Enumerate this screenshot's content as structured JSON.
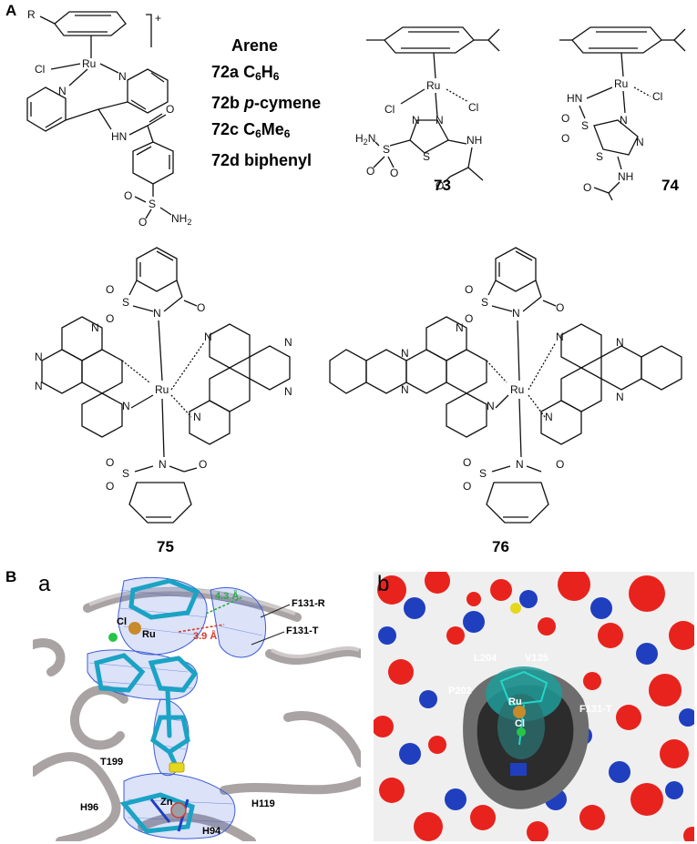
{
  "panel_a": {
    "letter": "A",
    "arene_list": {
      "heading": "Arene",
      "items": [
        {
          "id": "72a",
          "pre": "",
          "main": "C",
          "sub1": "6",
          "mid": "H",
          "sub2": "6"
        },
        {
          "id": "72b",
          "italic": "p",
          "rest": "-cymene"
        },
        {
          "id": "72c",
          "main": "C",
          "sub1": "6",
          "mid": "Me",
          "sub2": "6"
        },
        {
          "id": "72d",
          "rest": "biphenyl"
        }
      ]
    },
    "compounds": [
      "73",
      "74",
      "75",
      "76"
    ],
    "atoms": {
      "ru": "Ru",
      "cl": "Cl",
      "n": "N",
      "s": "S",
      "o": "O",
      "r": "R",
      "hn": "HN",
      "nh": "NH",
      "nh2": "NH",
      "h2n": "H",
      "charge": "+"
    }
  },
  "panel_b": {
    "letter": "B",
    "sub_a": {
      "letter": "a",
      "labels": [
        "4.3 Å",
        "3.9 Å",
        "F131-R",
        "F131-T",
        "Cl",
        "Ru",
        "T199",
        "Zn",
        "H96",
        "H94",
        "H119"
      ]
    },
    "sub_b": {
      "letter": "b",
      "labels": [
        "L204",
        "V135",
        "P202",
        "Ru",
        "F131-T",
        "Cl"
      ]
    }
  },
  "colors": {
    "ribbon": "#a9a3a3",
    "mesh": "#3b5fd6",
    "ligand": "#1aa3c4",
    "surface_red": "#e8231d",
    "surface_blue": "#1f3fbf",
    "surface_white": "#efefef",
    "pocket_teal": "#1f9c9a",
    "distance_green": "#2ea84a",
    "distance_red": "#d83a2a"
  }
}
